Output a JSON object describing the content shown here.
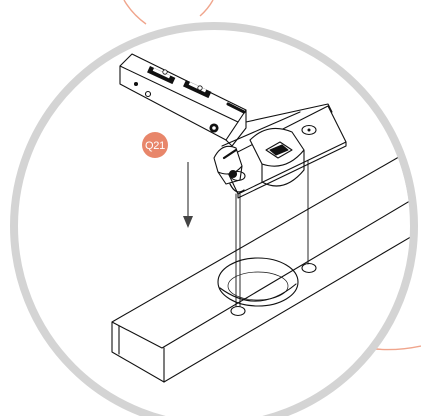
{
  "step_badge": {
    "label": "Q21",
    "color": "#e8866a"
  },
  "colors": {
    "frame_ring": "#d4d4d4",
    "accent_arcs": "#f0a58c",
    "line_art": "#111111",
    "background": "#ffffff"
  },
  "illustration": {
    "subject": "concealed-hinge-mounting",
    "arrow_direction": "down"
  }
}
